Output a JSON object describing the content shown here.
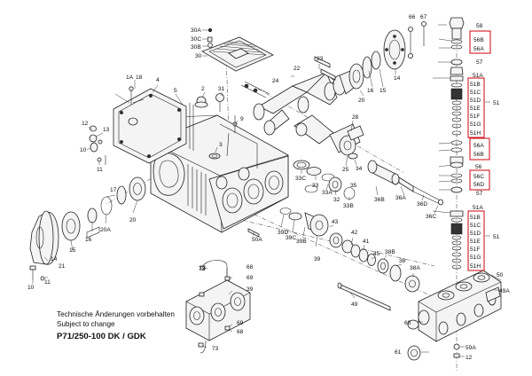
{
  "diagram": {
    "notes": {
      "line1": "Technische Änderungen vorbehalten",
      "line2": "Subject to change",
      "model": "P71/250-100 DK / GDK"
    },
    "labels": {
      "l66": "66",
      "l67": "67",
      "l58": "58",
      "l56B_a": "56B",
      "l56A_a": "56A",
      "l57_a": "57",
      "l51A_a": "51A",
      "l51B_a": "51B",
      "l51C_a": "51C",
      "l51D_a": "51D",
      "l51E_a": "51E",
      "l51F_a": "51F",
      "l51G_a": "51G",
      "l51H_a": "51H",
      "l51_a": "51",
      "l56A_b": "56A",
      "l56B_b": "56B",
      "l56": "56",
      "l56C": "56C",
      "l56D": "56D",
      "l57_b": "57",
      "l51A_b": "51A",
      "l51B_b": "51B",
      "l51C_b": "51C",
      "l51D_b": "51D",
      "l51E_b": "51E",
      "l51F_b": "51F",
      "l51G_b": "51G",
      "l51H_b": "51H",
      "l51_b": "51",
      "l50": "50",
      "l49A": "49A",
      "l60": "60",
      "l61": "61",
      "l59A": "59A",
      "l12_b": "12",
      "l30A": "30A",
      "l30C": "30C",
      "l30B": "30B",
      "l30": "30",
      "l23": "23",
      "l22": "22",
      "l24": "24",
      "l20_a": "20",
      "l16_a": "16",
      "l15_a": "15",
      "l14_a": "14",
      "l1A": "1A",
      "l18": "18",
      "l4": "4",
      "l5": "5",
      "l2": "2",
      "l31": "31",
      "l9": "9",
      "l3": "3",
      "l12_a": "12",
      "l13": "13",
      "l10_a": "10",
      "l11_a": "11",
      "l28": "28",
      "l25": "25",
      "l34": "34",
      "l36A": "36A",
      "l36B": "36B",
      "l36D": "36D",
      "l36C": "36C",
      "l35": "35",
      "l33C": "33C",
      "l33": "33",
      "l33A": "33A",
      "l32": "32",
      "l33B": "33B",
      "l17": "17",
      "l20_b": "20",
      "l20A": "20A",
      "l16_b": "16",
      "l15_b": "15",
      "l14_b": "14",
      "l21": "21",
      "l11_b": "11",
      "l10_b": "10",
      "l50A": "50A",
      "l39D": "39D",
      "l39C": "39C",
      "l39B": "39B",
      "l43": "43",
      "l42": "42",
      "l41": "41",
      "l45": "45",
      "l39": "39",
      "l38B": "38B",
      "l38": "38",
      "l38A": "38A",
      "l49": "49",
      "l73_a": "73",
      "l68_a": "68",
      "l69_a": "69",
      "l39_b": "39",
      "l69_b": "69",
      "l68_b": "68",
      "l73_b": "73"
    }
  }
}
